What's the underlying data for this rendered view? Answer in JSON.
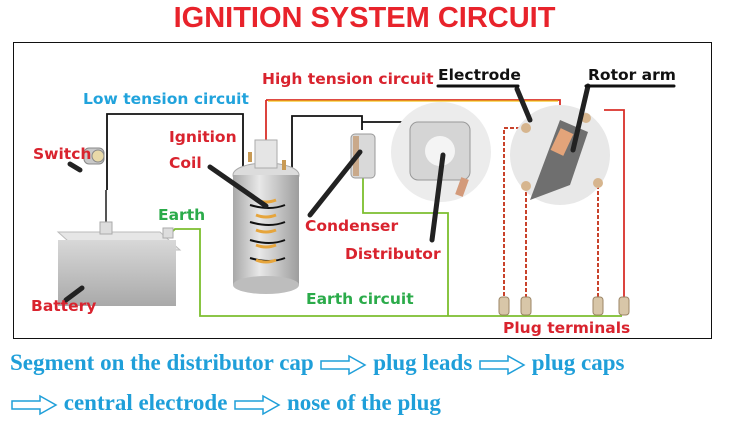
{
  "title": "IGNITION SYSTEM CIRCUIT",
  "colors": {
    "title_red": "#e8232b",
    "label_red": "#d9232e",
    "label_blue": "#21a3dc",
    "label_green": "#2bab4a",
    "flow_blue": "#1f9fd9",
    "wire_black": "#111111",
    "wire_red": "#d9302a",
    "wire_green": "#7cbf2e"
  },
  "labels": {
    "low_tension": "Low tension circuit",
    "high_tension": "High tension circuit",
    "electrode": "Electrode",
    "rotor_arm": "Rotor arm",
    "switch": "Switch",
    "ignition": "Ignition",
    "coil": "Coil",
    "earth": "Earth",
    "condenser": "Condenser",
    "distributor": "Distributor",
    "battery": "Battery",
    "earth_circuit": "Earth circuit",
    "plug_terminals": "Plug terminals"
  },
  "flow": {
    "steps": [
      "Segment on the distributor cap",
      "plug leads",
      "plug caps",
      "central electrode",
      "nose of the plug"
    ],
    "arrow_icon": "outline-right-arrow"
  }
}
